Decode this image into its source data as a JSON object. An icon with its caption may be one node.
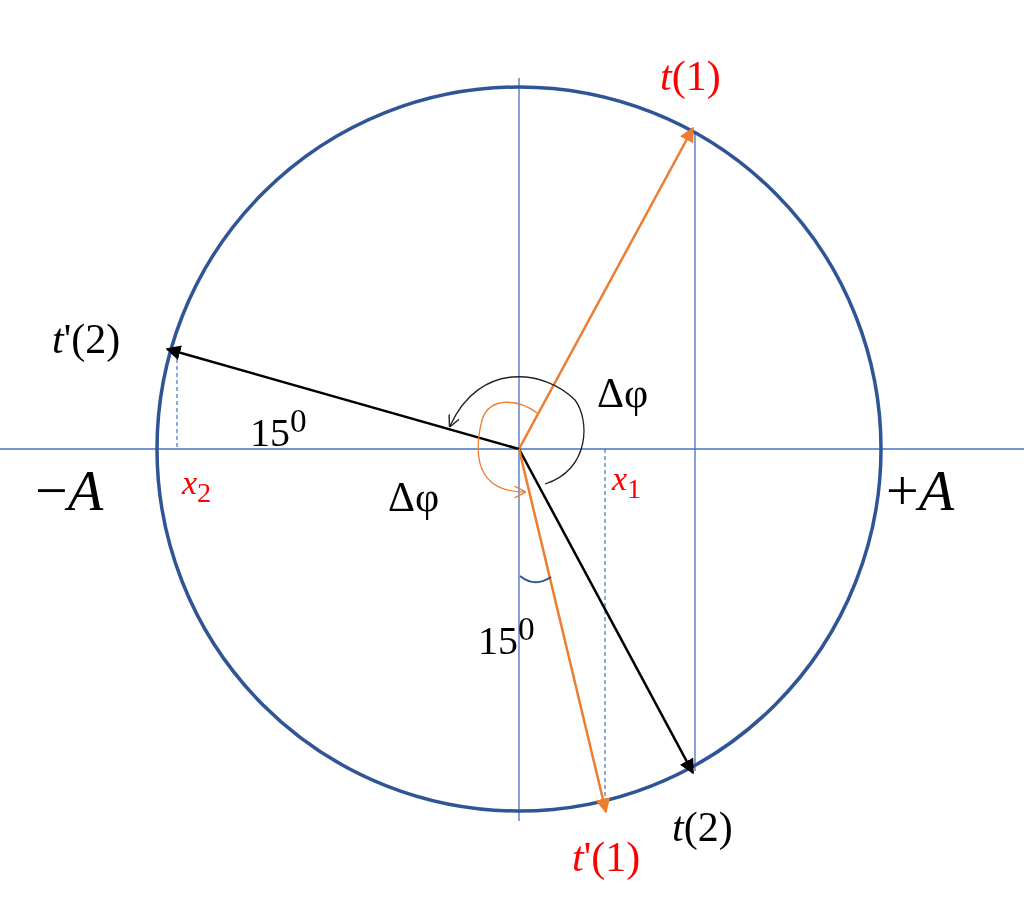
{
  "diagram": {
    "labels": [
      "*t*(1)",
      "*t*'(2)",
      "Δφ",
      "15$^{0}$",
      "−*A*",
      "*x*$_{2}$",
      "Δφ",
      "*x*$_{1}$",
      "+*A*",
      "15$^{0}$",
      "*t*(2)",
      "*t*'(1)"
    ]
  }
}
